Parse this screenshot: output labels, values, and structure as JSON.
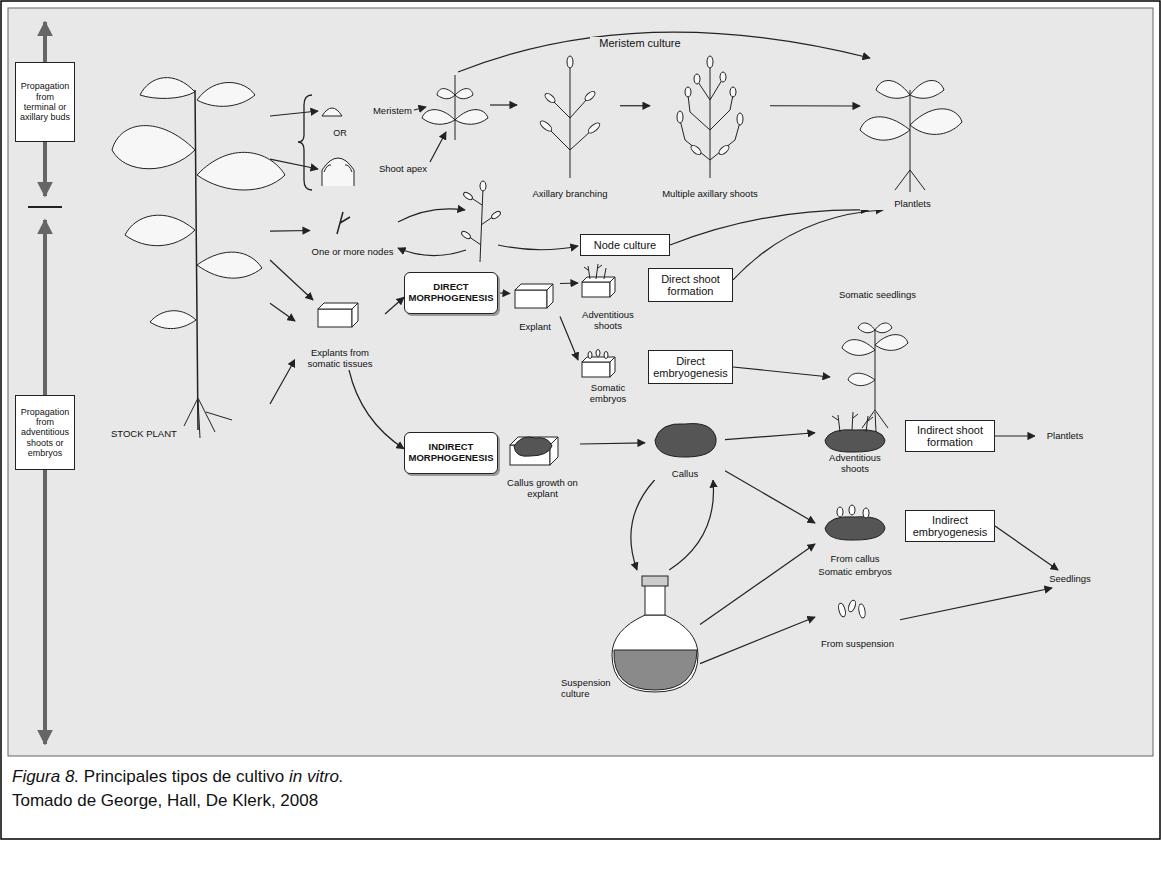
{
  "diagram": {
    "caption": "Figura 8. Principales tipos de cultivo in vitro.",
    "nodes": [
      {
        "text": [
          "Propagation from terminal or axillary buds"
        ]
      },
      {
        "text": [
          "Propagation from adventitious shoots or embryos"
        ]
      },
      {
        "text": [
          "STOCK PLANT"
        ]
      },
      {
        "text": [
          "Meristem"
        ]
      },
      {
        "text": [
          "Shoot apex"
        ]
      },
      {
        "text": [
          "Axillary branching"
        ]
      },
      {
        "text": [
          "Multiple axillary shoots"
        ]
      },
      {
        "text": [
          "Plantlets"
        ]
      },
      {
        "text": [
          "One or more nodes"
        ]
      },
      {
        "text": [
          "Node culture"
        ]
      },
      {
        "text": [
          "Explants from somatic tissues"
        ]
      },
      {
        "text": [
          "DIRECT MORPHOGENESIS"
        ]
      },
      {
        "text": [
          "Explant"
        ]
      },
      {
        "text": [
          "Adventitious shoots"
        ]
      },
      {
        "text": [
          "Direct shoot formation"
        ]
      },
      {
        "text": [
          "Somatic embryos"
        ]
      },
      {
        "text": [
          "Direct embryogenesis"
        ]
      },
      {
        "text": [
          "Somatic seedlings"
        ]
      },
      {
        "text": [
          "INDIRECT MORPHOGENESIS"
        ]
      },
      {
        "text": [
          "Callus growth on explant"
        ]
      },
      {
        "text": [
          "Callus"
        ]
      },
      {
        "text": [
          "Adventitious shoots"
        ]
      },
      {
        "text": [
          "Indirect shoot formation"
        ]
      },
      {
        "text": [
          "Plantlets"
        ]
      },
      {
        "text": [
          "Suspension culture"
        ]
      },
      {
        "text": [
          "From callus"
        ]
      },
      {
        "text": [
          "Indirect embryogenesis"
        ]
      },
      {
        "text": [
          "From suspension"
        ]
      },
      {
        "text": [
          "Seedlings"
        ]
      }
    ],
    "edges": [
      {
        "from": 2,
        "to": 3,
        "arrow": "to"
      },
      {
        "from": 2,
        "to": 4,
        "arrow": "to"
      },
      {
        "from": 2,
        "to": 8,
        "arrow": "to"
      },
      {
        "from": 2,
        "to": 10,
        "arrow": "to"
      },
      {
        "from": 2,
        "to": 10,
        "arrow": "to"
      },
      {
        "from": 2,
        "to": 10,
        "arrow": "to"
      },
      {
        "from": 5,
        "to": 6,
        "arrow": "to"
      },
      {
        "from": 6,
        "to": 7,
        "arrow": "to"
      },
      {
        "from": 9,
        "to": 7,
        "arrow": "to"
      },
      {
        "from": 10,
        "to": 11,
        "arrow": "to"
      },
      {
        "from": 10,
        "to": 18,
        "arrow": "to"
      },
      {
        "from": 11,
        "to": 12,
        "arrow": "to"
      },
      {
        "from": 12,
        "to": 13,
        "arrow": "to"
      },
      {
        "from": 12,
        "to": 15,
        "arrow": "to"
      },
      {
        "from": 14,
        "to": 7,
        "arrow": "to"
      },
      {
        "from": 16,
        "to": 17,
        "arrow": "to"
      },
      {
        "from": 19,
        "to": 20,
        "arrow": "to"
      },
      {
        "from": 20,
        "to": 21,
        "arrow": "to"
      },
      {
        "from": 20,
        "to": 25,
        "arrow": "to"
      },
      {
        "from": 20,
        "to": 24,
        "arrow": "to"
      },
      {
        "from": 24,
        "to": 20,
        "arrow": "to"
      },
      {
        "from": 24,
        "to": 25,
        "arrow": "to"
      },
      {
        "from": 24,
        "to": 27,
        "arrow": "to"
      },
      {
        "from": 22,
        "to": 23,
        "arrow": "to"
      },
      {
        "from": 26,
        "to": 28,
        "arrow": "to"
      },
      {
        "from": 27,
        "to": 28,
        "arrow": "to"
      }
    ],
    "labels": [
      "Meristem culture",
      "OR",
      "Somatic embryos",
      "Tomado de George, Hall, De Klerk, 2008"
    ]
  }
}
